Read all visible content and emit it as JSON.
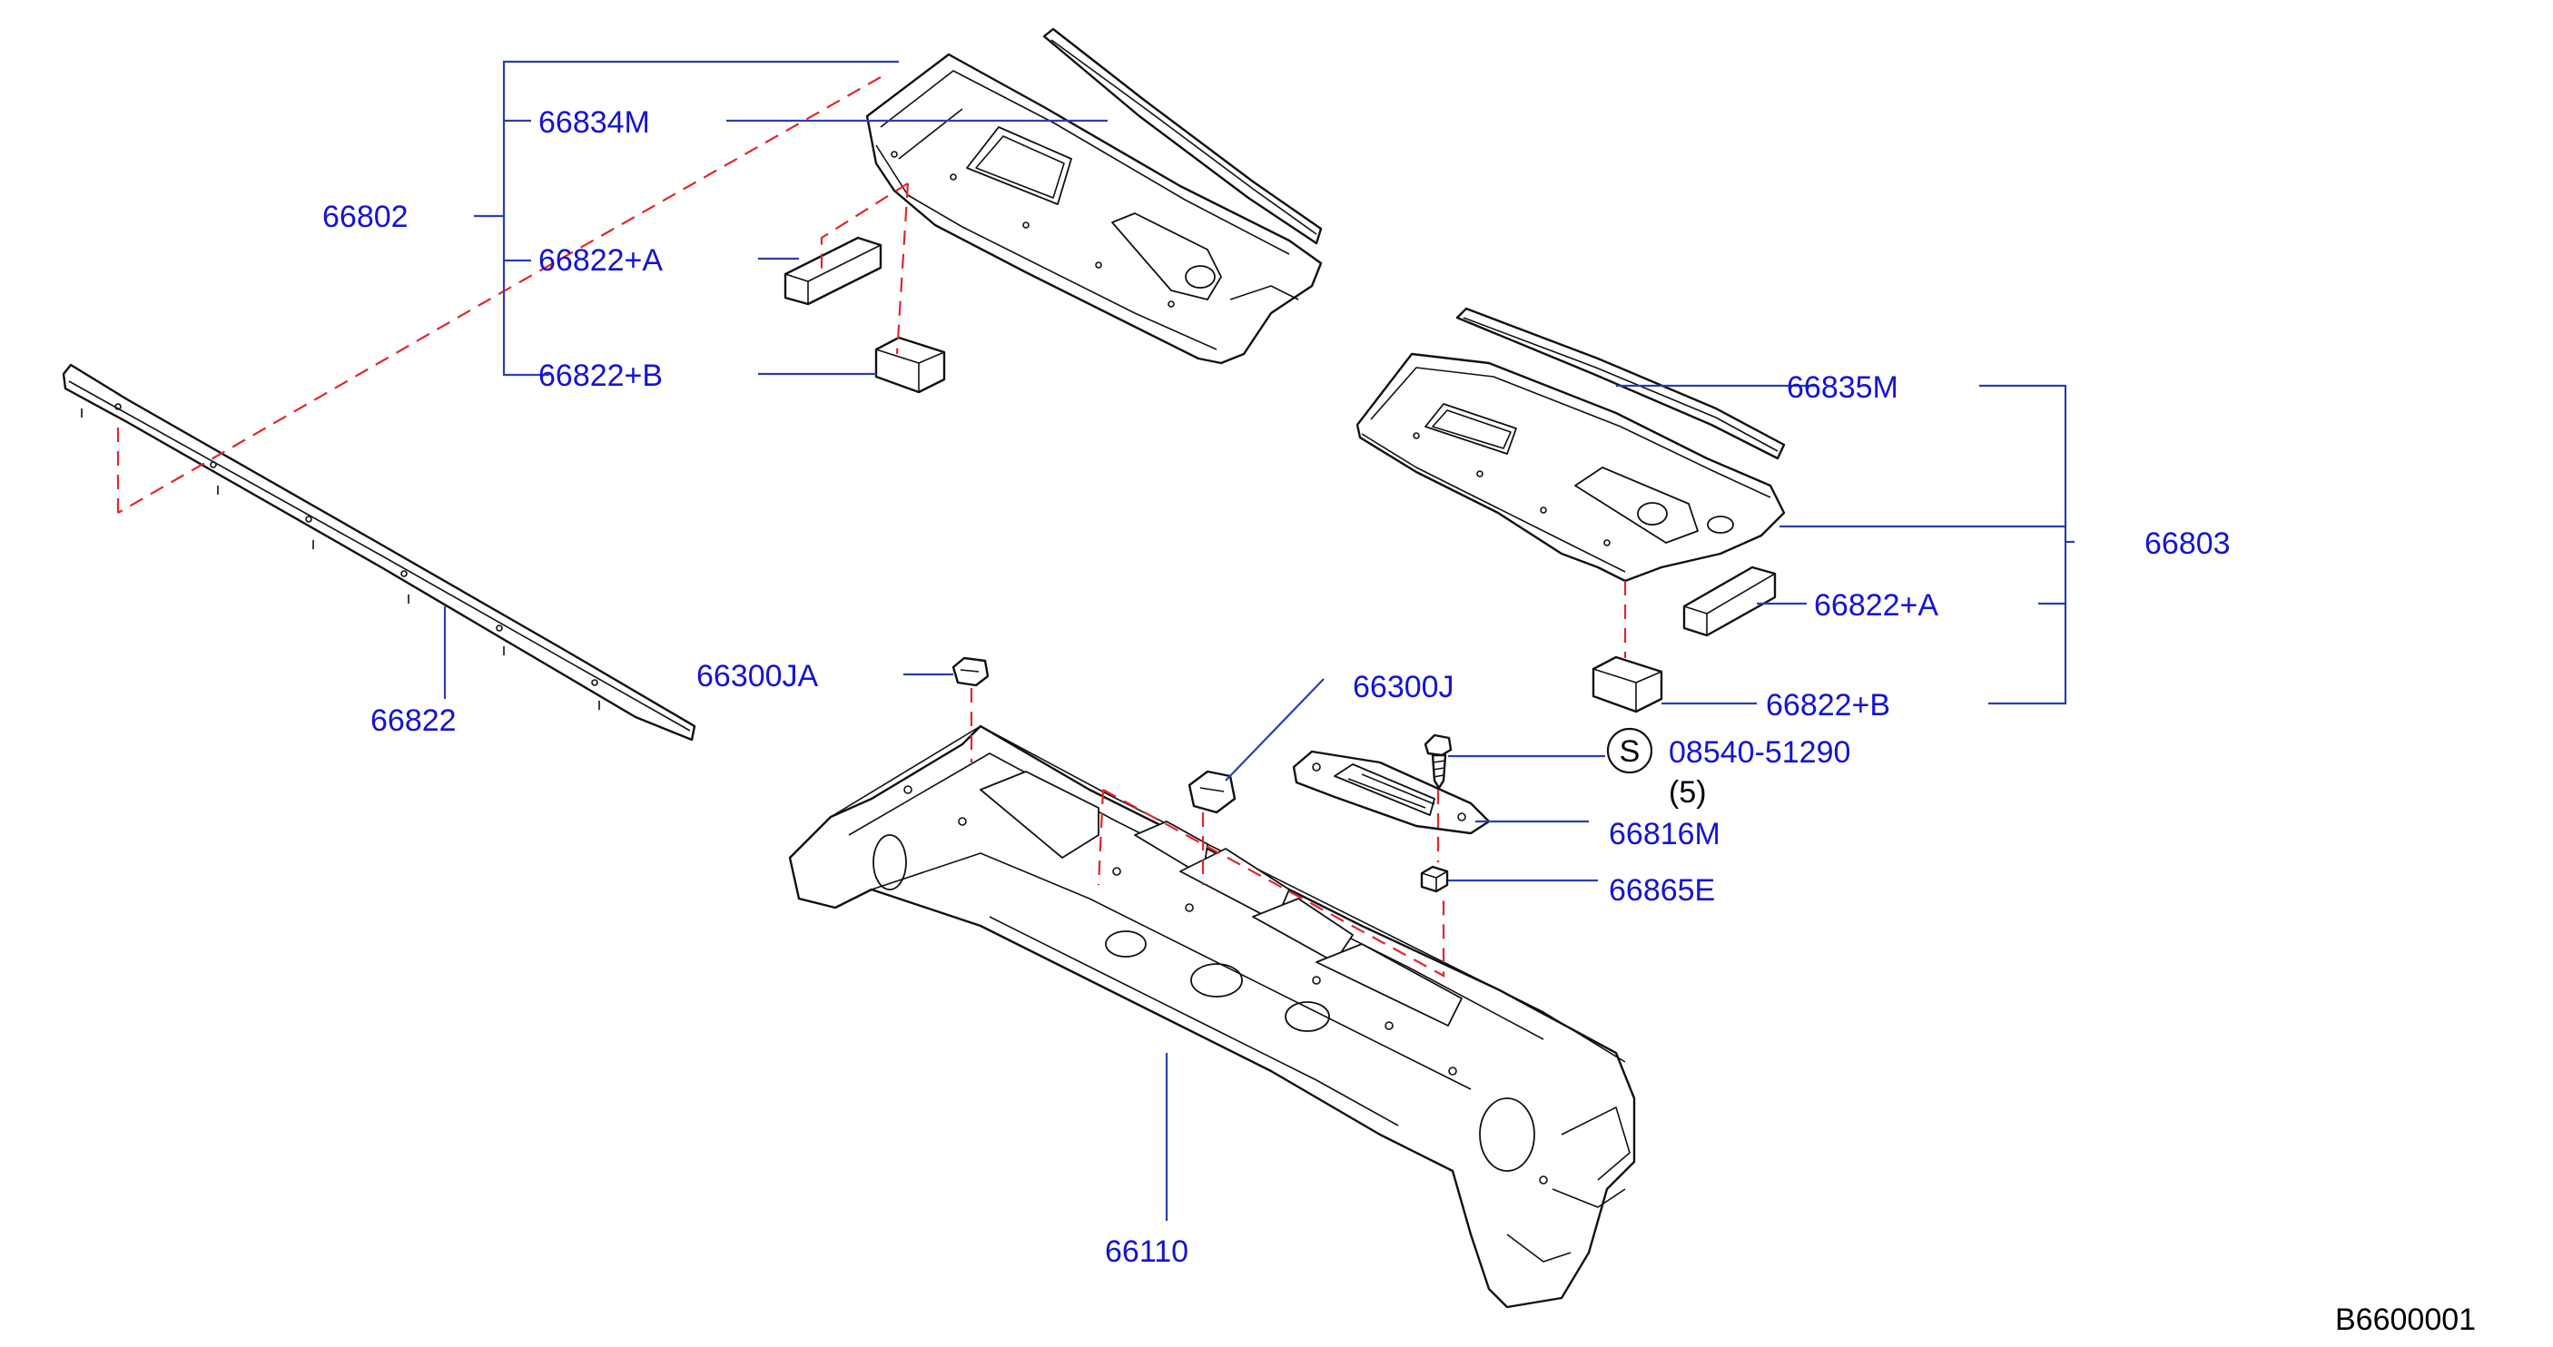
{
  "labels": {
    "p66802": "66802",
    "p66834M": "66834M",
    "p66822A_left": "66822+A",
    "p66822B_left": "66822+B",
    "p66822": "66822",
    "p66835M": "66835M",
    "p66803": "66803",
    "p66822A_right": "66822+A",
    "p66822B_right": "66822+B",
    "p66300JA": "66300JA",
    "p66300J": "66300J",
    "p08540": "08540-51290",
    "p08540_qty": "(5)",
    "s_symbol": "S",
    "p66816M": "66816M",
    "p66865E": "66865E",
    "p66110": "66110",
    "diagram_ref": "B6600001"
  },
  "colors": {
    "label": "#1414d4",
    "leader": "#2a3fb0",
    "dashed": "#e2262a",
    "part": "#111111"
  }
}
